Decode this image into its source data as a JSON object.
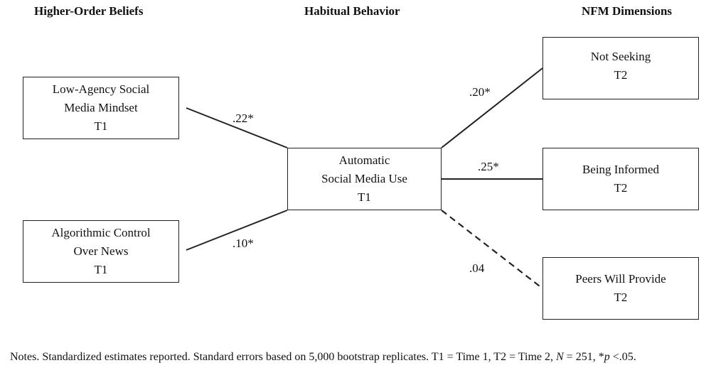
{
  "headers": {
    "left": "Higher-Order Beliefs",
    "middle": "Habitual Behavior",
    "right": "NFM Dimensions"
  },
  "boxes": {
    "low_agency": [
      "Low-Agency Social",
      "Media Mindset",
      "T1"
    ],
    "algorithmic": [
      "Algorithmic Control",
      "Over News",
      "T1"
    ],
    "automatic": [
      "Automatic",
      "Social Media Use",
      "T1"
    ],
    "not_seeking": [
      "Not Seeking",
      "T2"
    ],
    "being_informed": [
      "Being Informed",
      "T2"
    ],
    "peers": [
      "Peers Will Provide",
      "T2"
    ]
  },
  "paths": [
    {
      "from": "Low-Agency Social Media Mindset",
      "to": "Automatic Social Media Use",
      "coefficient": ".22*",
      "style": "solid"
    },
    {
      "from": "Algorithmic Control Over News",
      "to": "Automatic Social Media Use",
      "coefficient": ".10*",
      "style": "solid"
    },
    {
      "from": "Automatic Social Media Use",
      "to": "Not Seeking",
      "coefficient": ".20*",
      "style": "solid"
    },
    {
      "from": "Automatic Social Media Use",
      "to": "Being Informed",
      "coefficient": ".25*",
      "style": "solid"
    },
    {
      "from": "Automatic Social Media Use",
      "to": "Peers Will Provide",
      "coefficient": ".04",
      "style": "dashed"
    }
  ],
  "notes": {
    "part1": "Notes. Standardized estimates reported.  Standard errors based on 5,000 bootstrap replicates. T1 = Time 1, T2 = Time 2,",
    "n_symbol": "N",
    "part2": " = 251, *",
    "p_symbol": "p",
    "part3": " <.05."
  }
}
